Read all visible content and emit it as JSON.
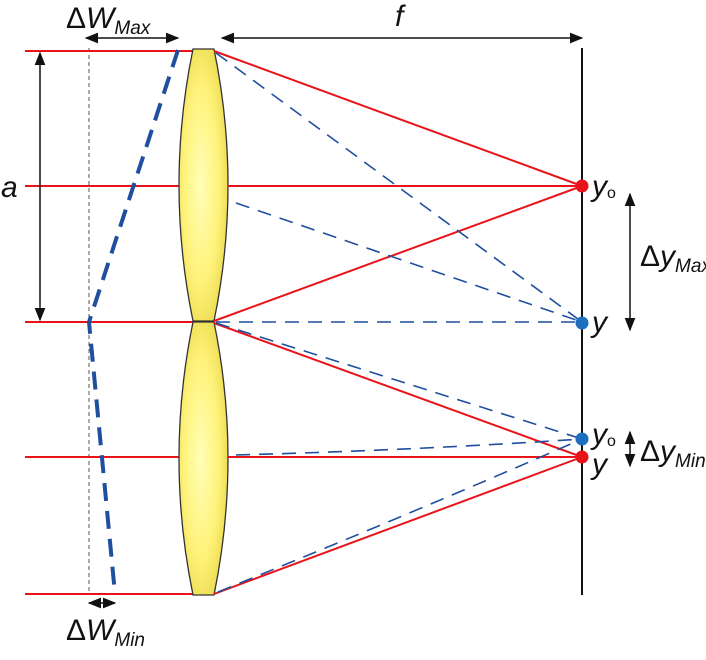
{
  "labels": {
    "delta_w_max": {
      "prefix": "Δ",
      "main": "W",
      "sub": "Max"
    },
    "delta_w_min": {
      "prefix": "Δ",
      "main": "W",
      "sub": "Min"
    },
    "focal_length": "f",
    "aperture": "a",
    "y0_top": {
      "main": "y",
      "sub": "o"
    },
    "y_top": "y",
    "delta_y_max": {
      "prefix": "Δ",
      "main": "y",
      "sub": "Max"
    },
    "y0_bottom": {
      "main": "y",
      "sub": "o"
    },
    "y_bottom": "y",
    "delta_y_min": {
      "prefix": "Δ",
      "main": "y",
      "sub": "Min"
    }
  },
  "colors": {
    "ray": "#e8141a",
    "dashed_ray": "#1f4f9e",
    "wavefront": "#1f4f9e",
    "lens_edge": "#f5f080",
    "lens_center": "#ffffa8",
    "lens_outline": "#333333",
    "focal_plane": "#111111",
    "focus_red": "#e8141a",
    "focus_blue": "#1f6fbf"
  }
}
